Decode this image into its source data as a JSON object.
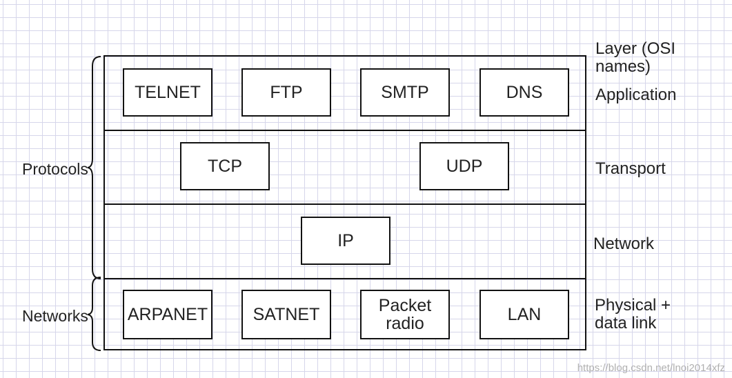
{
  "header": {
    "layer_title": "Layer (OSI names)"
  },
  "side_labels": {
    "protocols": "Protocols",
    "networks": "Networks"
  },
  "layers": {
    "application": "Application",
    "transport": "Transport",
    "network": "Network",
    "physical": "Physical +\ndata link"
  },
  "application_protocols": [
    "TELNET",
    "FTP",
    "SMTP",
    "DNS"
  ],
  "transport_protocols": [
    "TCP",
    "UDP"
  ],
  "network_protocols": [
    "IP"
  ],
  "link_networks": [
    "ARPANET",
    "SATNET",
    "Packet\nradio",
    "LAN"
  ],
  "watermark": "https://blog.csdn.net/lnoi2014xfz"
}
